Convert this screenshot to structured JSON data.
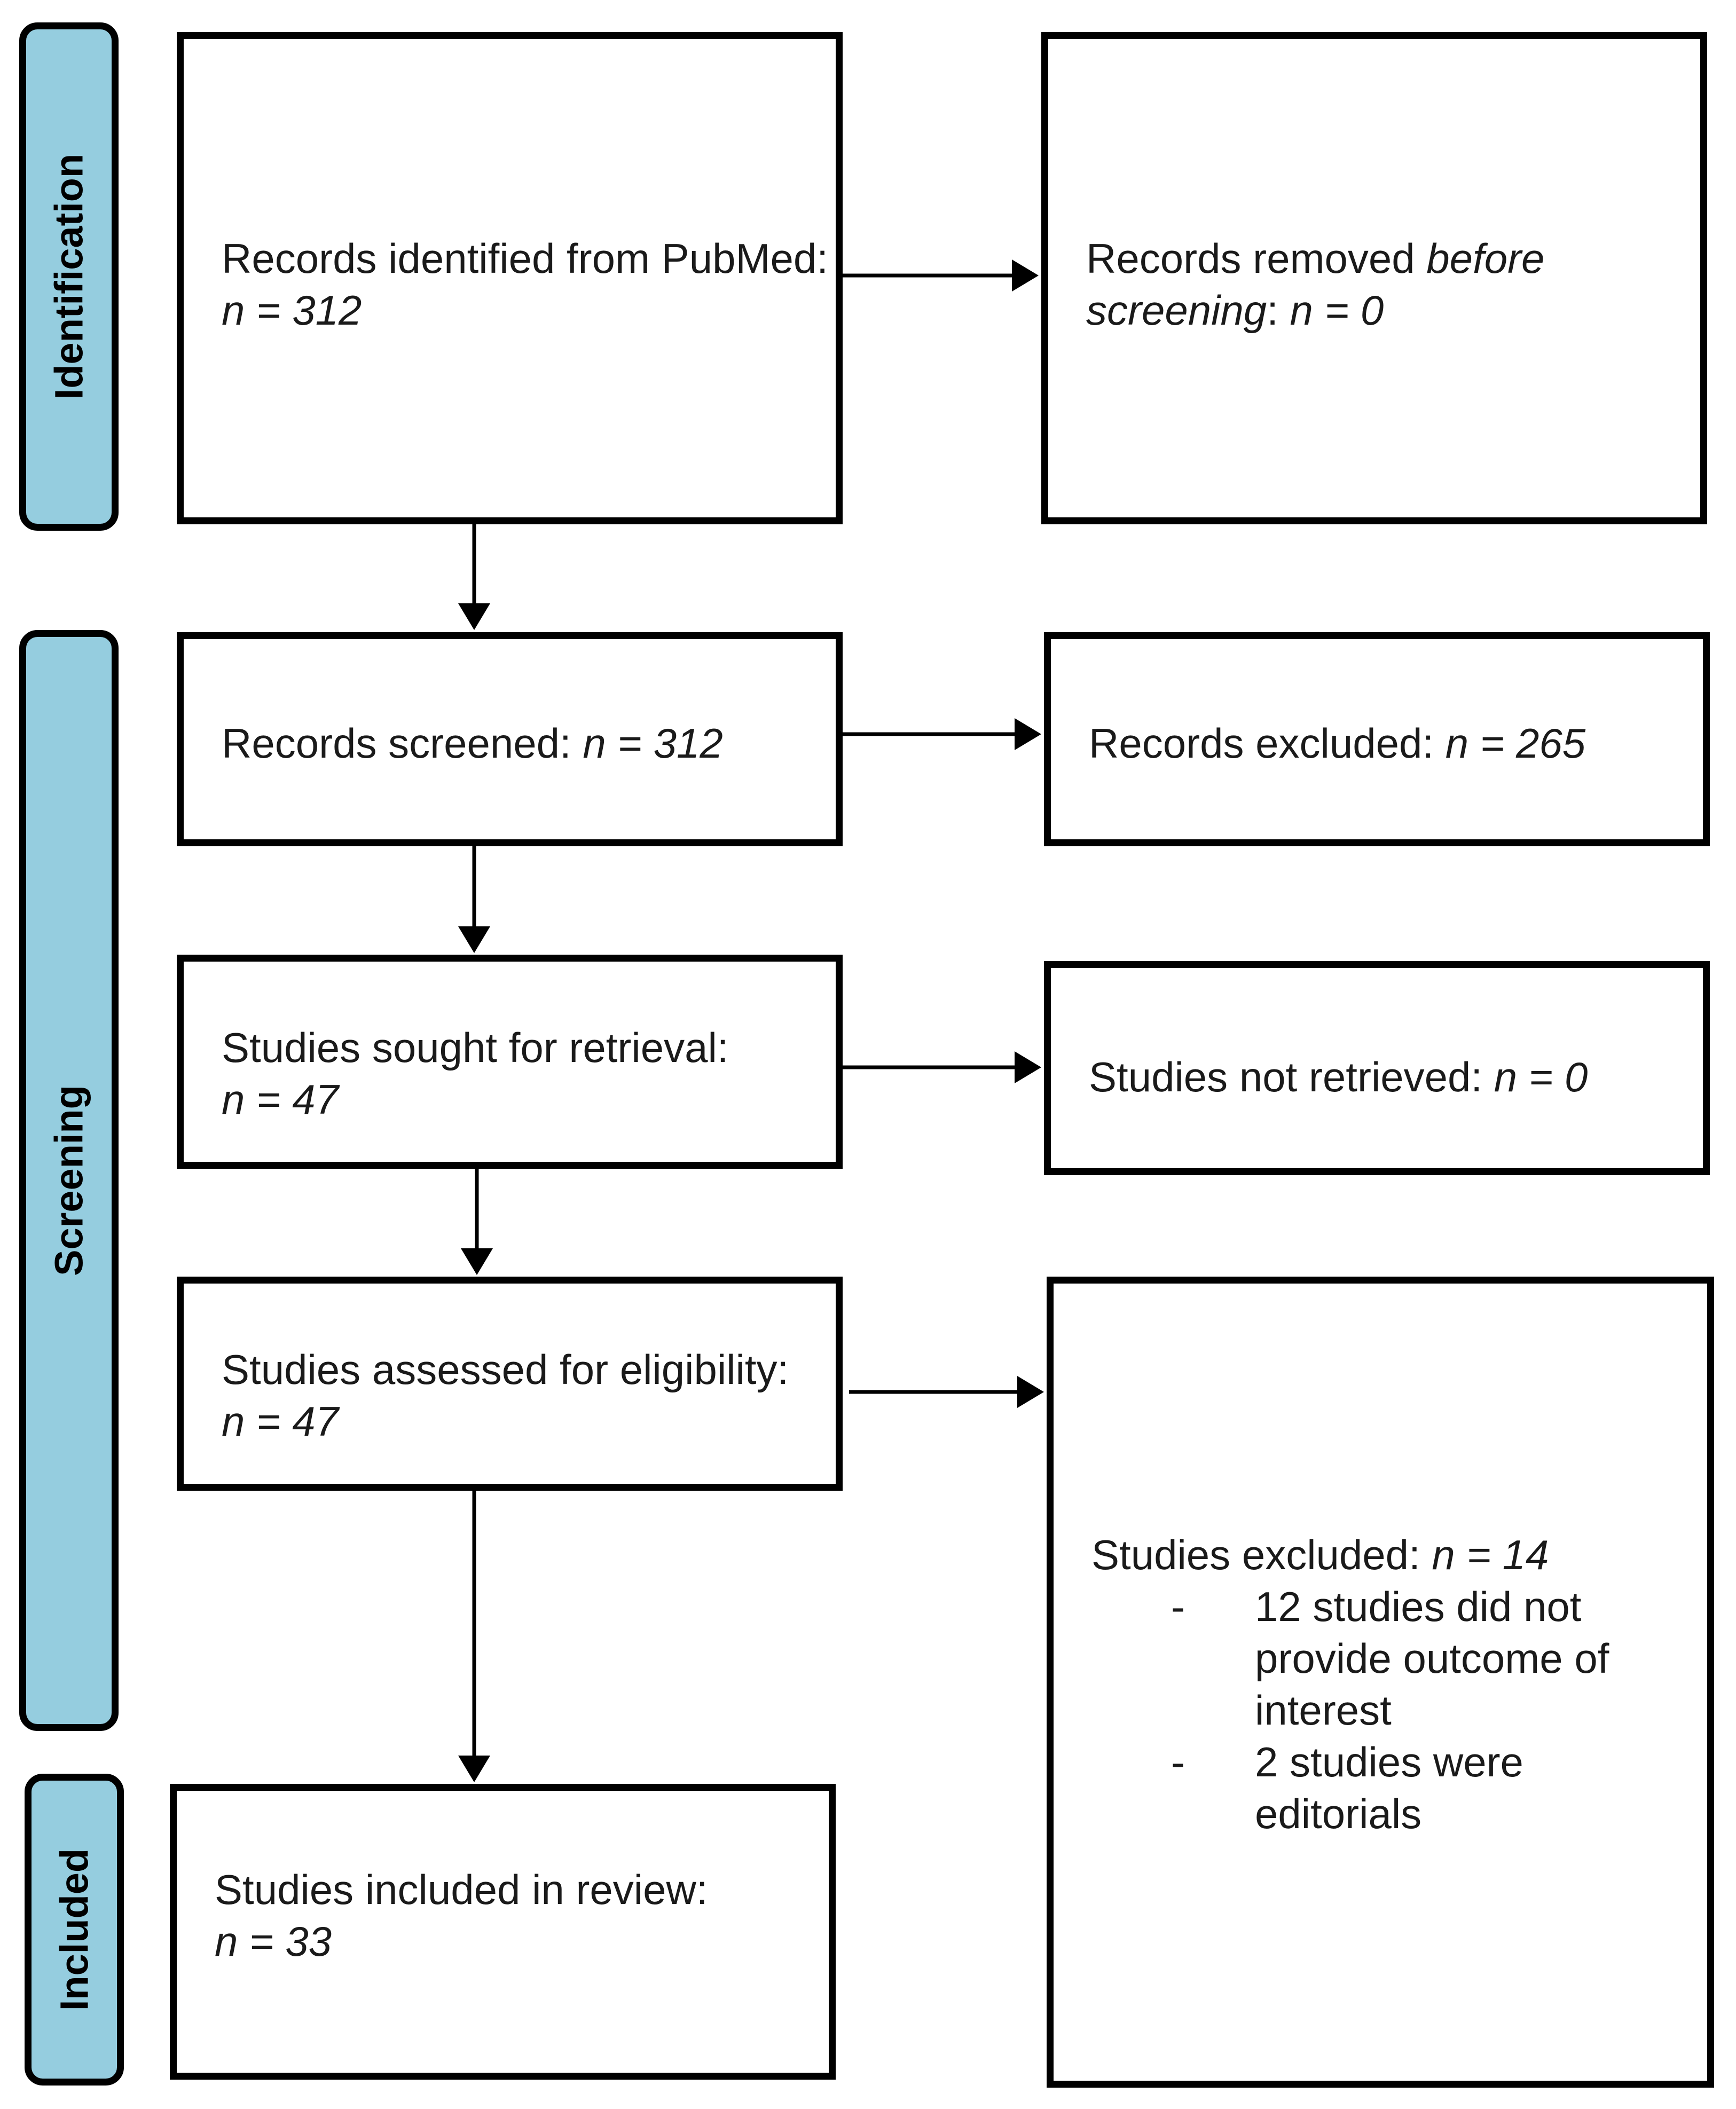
{
  "phases": {
    "identification": "Identification",
    "screening": "Screening",
    "included": "Included"
  },
  "boxes": {
    "identified": {
      "label": "Records identified from PubMed:",
      "n": "n = 312"
    },
    "removed": {
      "label_start": "Records removed ",
      "label_italic_1": "before",
      "label_italic_2": "screening",
      "label_end": ": ",
      "n": "n = 0"
    },
    "screened": {
      "label": "Records screened: ",
      "n": "n = 312"
    },
    "excluded_records": {
      "label": "Records excluded: ",
      "n": "n = 265"
    },
    "sought": {
      "label": "Studies sought for retrieval:",
      "n": "n = 47"
    },
    "not_retrieved": {
      "label": "Studies not retrieved: ",
      "n": "n = 0"
    },
    "assessed": {
      "label": "Studies assessed for eligibility:",
      "n": "n = 47"
    },
    "excluded_studies": {
      "label": "Studies excluded: ",
      "n": "n = 14",
      "reasons": [
        [
          "12 studies did not",
          "provide outcome of",
          "interest"
        ],
        [
          "2 studies were",
          "editorials"
        ]
      ]
    },
    "included": {
      "label": "Studies included in review:",
      "n": "n = 33"
    }
  },
  "colors": {
    "phase_fill": "#95cddf",
    "border": "#000000"
  }
}
